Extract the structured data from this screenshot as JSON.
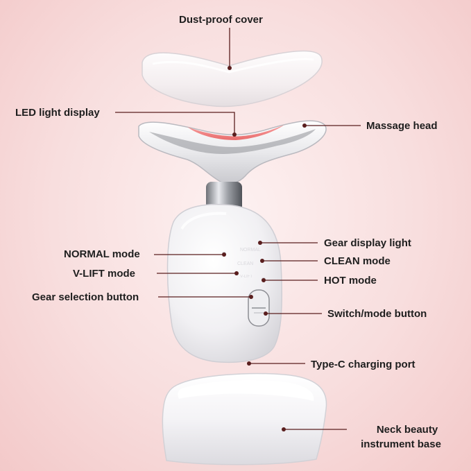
{
  "labels": {
    "dust_proof_cover": "Dust-proof cover",
    "led_light_display": "LED light display",
    "massage_head": "Massage head",
    "normal_mode": "NORMAL mode",
    "gear_display_light": "Gear display light",
    "clean_mode": "CLEAN mode",
    "v_lift_mode": "V-LIFT mode",
    "hot_mode": "HOT mode",
    "gear_selection_button": "Gear selection button",
    "switch_mode_button": "Switch/mode button",
    "type_c_charging_port": "Type-C charging port",
    "base_line1": "Neck beauty",
    "base_line2": "instrument base"
  },
  "device_print": {
    "normal": "NORMAL",
    "clean": "CLEAN",
    "vlift": "V-LIFT"
  },
  "colors": {
    "leader_line": "#5a1e1e",
    "background": "#f8dede",
    "led_glow": "#f07070"
  }
}
